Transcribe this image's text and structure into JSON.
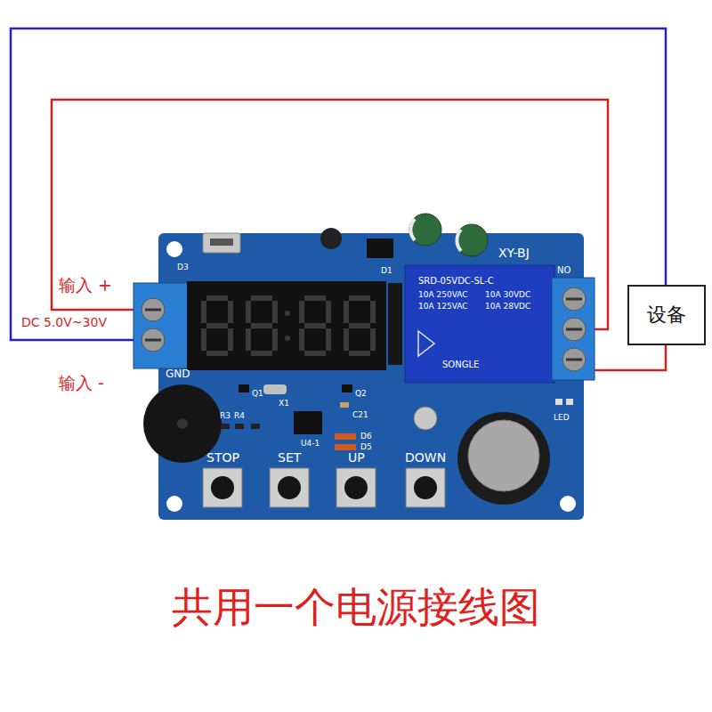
{
  "diagram": {
    "title": "共用一个电源接线图",
    "nodes": [
      {
        "text": [
          "设备"
        ]
      }
    ],
    "labels": [
      "输入 +",
      "DC 5.0V~30V",
      "输入 -",
      "GND",
      "D3",
      "XY-BJ",
      "NO",
      "D1",
      "SRD-05VDC-SL-C",
      "10A 250VAC",
      "10A 30VDC",
      "10A 125VAC",
      "10A 28VDC",
      "SONGLE",
      "Q1",
      "X1",
      "Q2",
      "R3",
      "R4",
      "C21",
      "U4-1",
      "D6",
      "D5",
      "LED",
      "STOP",
      "SET",
      "UP",
      "DOWN"
    ]
  }
}
